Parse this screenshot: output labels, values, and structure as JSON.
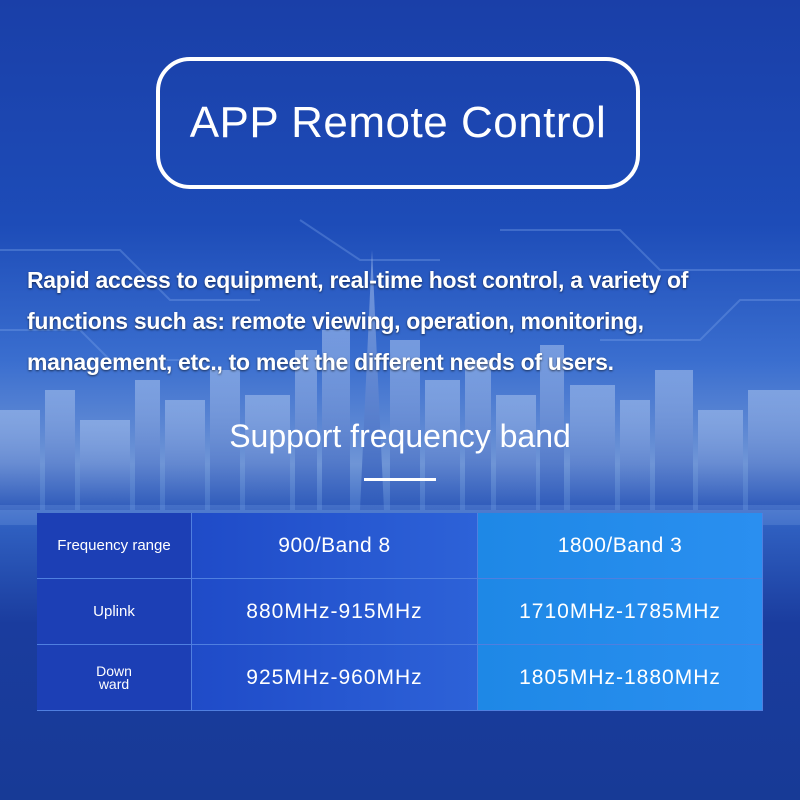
{
  "header": {
    "title": "APP Remote Control"
  },
  "description": "Rapid access to equipment, real-time host control, a variety of functions such as: remote viewing, operation, monitoring, management, etc., to meet the different needs of users.",
  "section": {
    "title": "Support frequency band"
  },
  "table": {
    "rows": [
      {
        "label": "Frequency range",
        "band_900": "900/Band 8",
        "band_1800": "1800/Band 3"
      },
      {
        "label": "Uplink",
        "band_900": "880MHz-915MHz",
        "band_1800": "1710MHz-1785MHz"
      },
      {
        "label": "Down ward",
        "band_900": "925MHz-960MHz",
        "band_1800": "1805MHz-1880MHz"
      }
    ]
  },
  "colors": {
    "background": "#1a3fa8",
    "accent_cell": "#1e88e6",
    "text": "#ffffff"
  }
}
